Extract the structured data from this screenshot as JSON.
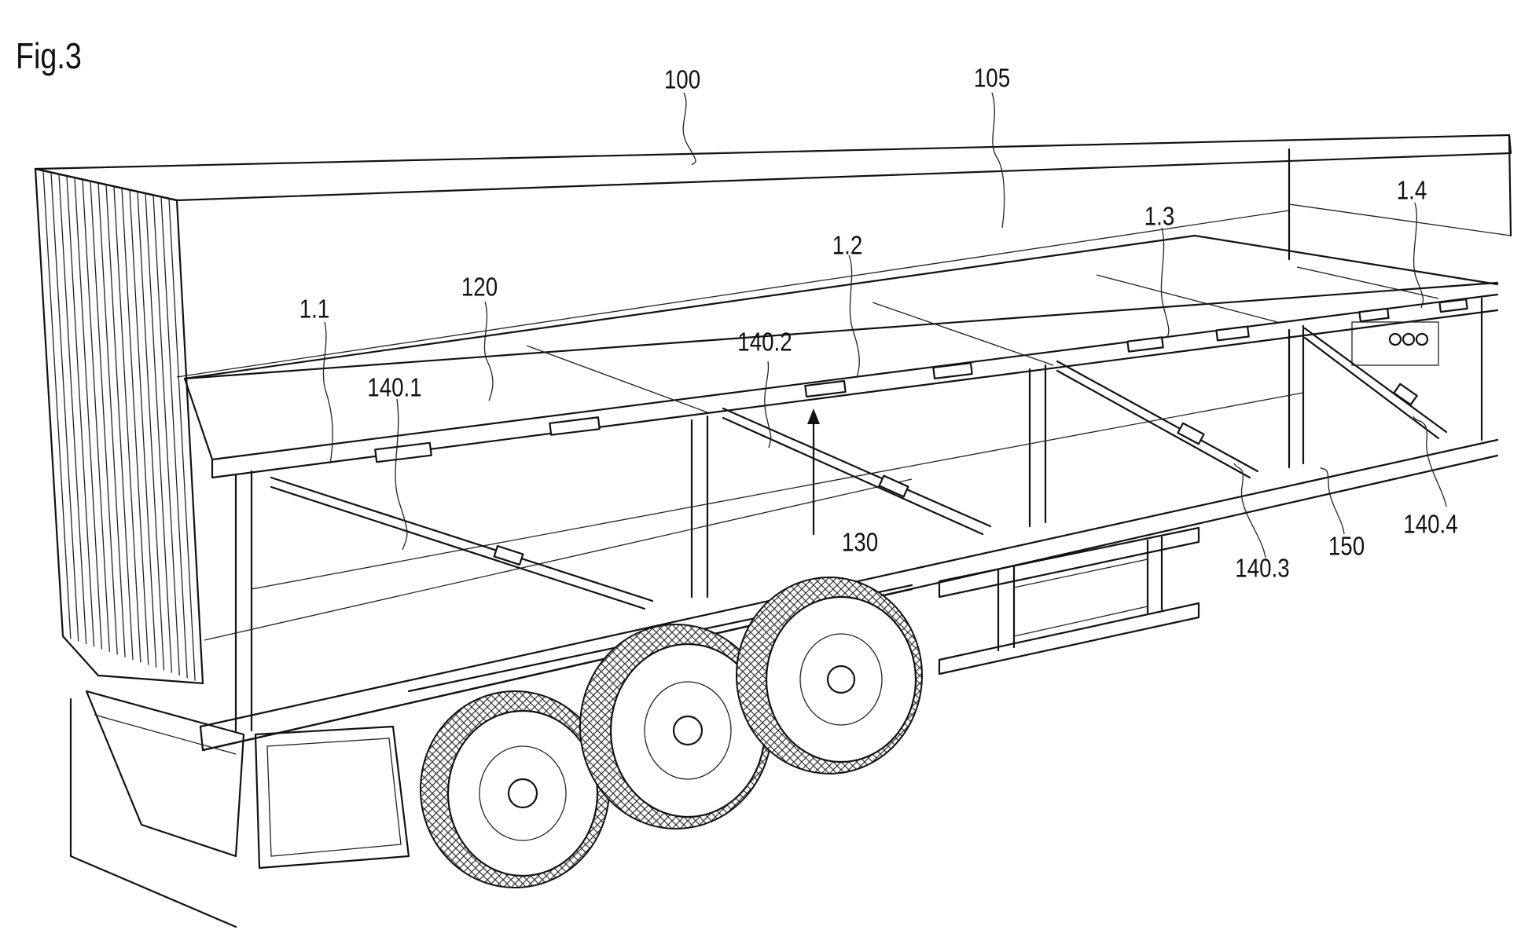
{
  "figure": {
    "title": "Fig.3"
  },
  "reference_numerals": {
    "r100": "100",
    "r105": "105",
    "r120": "120",
    "r130": "130",
    "r150": "150",
    "r1_1": "1.1",
    "r1_2": "1.2",
    "r1_3": "1.3",
    "r1_4": "1.4",
    "r140_1": "140.1",
    "r140_2": "140.2",
    "r140_3": "140.3",
    "r140_4": "140.4"
  }
}
